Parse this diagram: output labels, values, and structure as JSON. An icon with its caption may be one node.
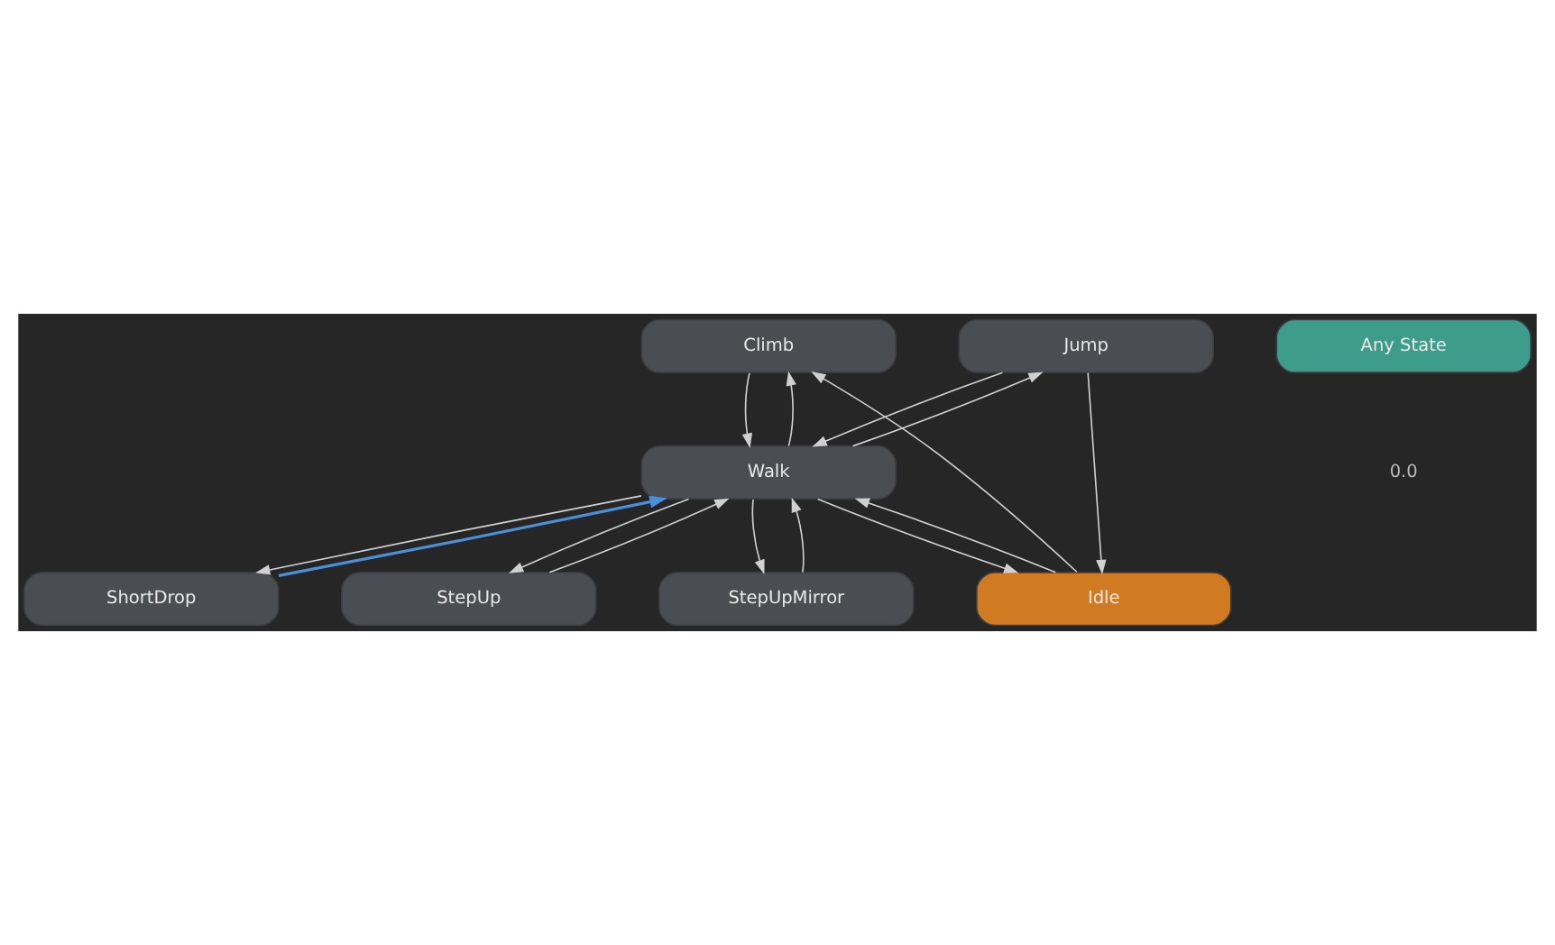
{
  "diagram": {
    "nodes": [
      {
        "text": [
          "Jump"
        ]
      },
      {
        "text": [
          "Climb"
        ]
      },
      {
        "text": [
          "Walk"
        ]
      },
      {
        "text": [
          "ShortDrop"
        ]
      },
      {
        "text": [
          "StepUp"
        ]
      },
      {
        "text": [
          "StepUpMirror"
        ]
      },
      {
        "text": [
          "Idle"
        ]
      },
      {
        "text": [
          "Any State"
        ]
      }
    ],
    "edges": [
      {
        "from": 0,
        "to": 2,
        "arrow": "to"
      },
      {
        "from": 2,
        "to": 0,
        "arrow": "to"
      },
      {
        "from": 1,
        "to": 2,
        "arrow": "to"
      },
      {
        "from": 2,
        "to": 1,
        "arrow": "to"
      },
      {
        "from": 3,
        "to": 2,
        "arrow": "to",
        "color": "#4a90d9"
      },
      {
        "from": 2,
        "to": 3,
        "arrow": "to"
      },
      {
        "from": 4,
        "to": 2,
        "arrow": "to"
      },
      {
        "from": 2,
        "to": 4,
        "arrow": "to"
      },
      {
        "from": 5,
        "to": 2,
        "arrow": "to"
      },
      {
        "from": 2,
        "to": 5,
        "arrow": "to"
      },
      {
        "from": 0,
        "to": 6,
        "arrow": "to"
      },
      {
        "from": 6,
        "to": 1,
        "arrow": "to"
      },
      {
        "from": 6,
        "to": 2,
        "arrow": "to"
      },
      {
        "from": 2,
        "to": 6,
        "arrow": "to"
      }
    ],
    "labels": [
      "0.0"
    ]
  }
}
